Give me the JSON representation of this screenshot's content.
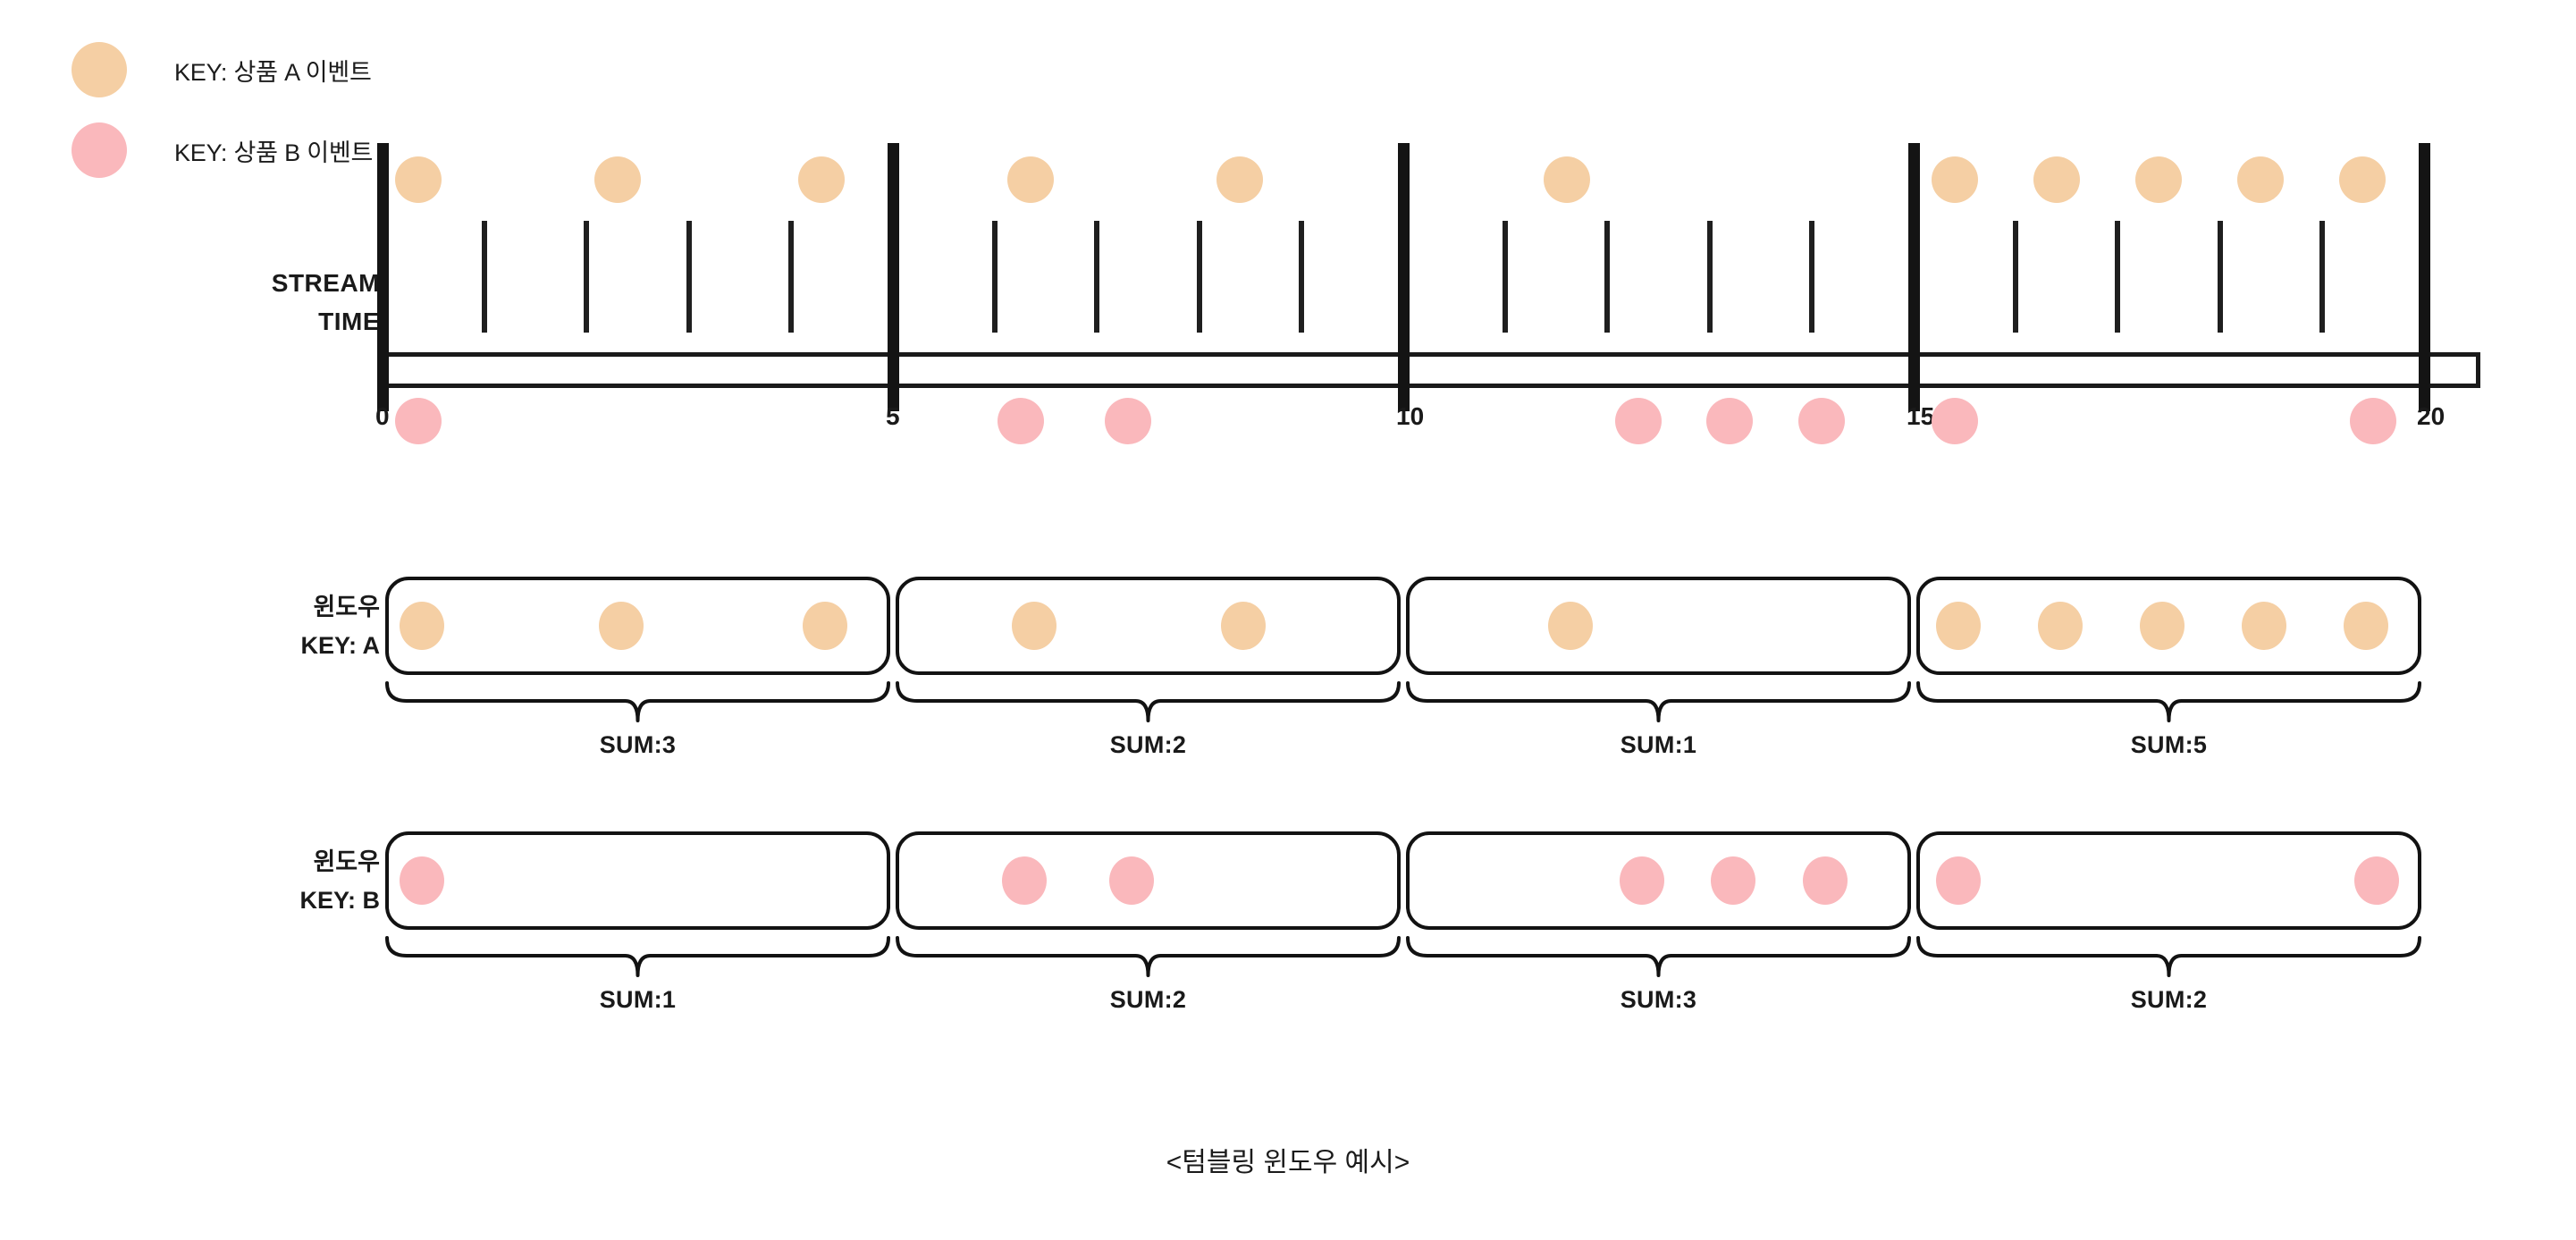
{
  "legend": {
    "items": [
      {
        "label": "KEY: 상품 A 이벤트",
        "color": "#f5cfa4",
        "icon": "circle-icon"
      },
      {
        "label": "KEY: 상품 B 이벤트",
        "color": "#fab8bc",
        "icon": "circle-icon"
      }
    ]
  },
  "timeline": {
    "label_line1": "STREAM",
    "label_line2": "TIME",
    "ticks": [
      "0",
      "5",
      "10",
      "15",
      "20"
    ],
    "minor_ticks": [
      1,
      2,
      3,
      4,
      6,
      7,
      8,
      9,
      11,
      12,
      13,
      14,
      16,
      17,
      18,
      19
    ],
    "axis_min": 0,
    "axis_max": 20,
    "axis_overrun": 0.55
  },
  "rows": [
    {
      "key": "A",
      "label_line1": "윈도우",
      "label_line2": "KEY: A",
      "color": "#f5cfa4",
      "windows": [
        {
          "start": 0,
          "end": 5,
          "sum_label": "SUM:3",
          "events": [
            0.35,
            2.3,
            4.3
          ]
        },
        {
          "start": 5,
          "end": 10,
          "sum_label": "SUM:2",
          "events": [
            6.35,
            8.4
          ]
        },
        {
          "start": 10,
          "end": 15,
          "sum_label": "SUM:1",
          "events": [
            11.6
          ]
        },
        {
          "start": 15,
          "end": 20,
          "sum_label": "SUM:5",
          "events": [
            15.4,
            16.4,
            17.4,
            18.4,
            19.4
          ]
        }
      ]
    },
    {
      "key": "B",
      "label_line1": "윈도우",
      "label_line2": "KEY: B",
      "color": "#fab8bc",
      "windows": [
        {
          "start": 0,
          "end": 5,
          "sum_label": "SUM:1",
          "events": [
            0.35
          ]
        },
        {
          "start": 5,
          "end": 10,
          "sum_label": "SUM:2",
          "events": [
            6.25,
            7.3
          ]
        },
        {
          "start": 10,
          "end": 15,
          "sum_label": "SUM:3",
          "events": [
            12.3,
            13.2,
            14.1
          ]
        },
        {
          "start": 15,
          "end": 20,
          "sum_label": "SUM:2",
          "events": [
            15.4,
            19.5
          ]
        }
      ]
    }
  ],
  "stream_events": {
    "a": [
      0.35,
      2.3,
      4.3,
      6.35,
      8.4,
      11.6,
      15.4,
      16.4,
      17.4,
      18.4,
      19.4
    ],
    "b": [
      0.35,
      6.25,
      7.3,
      12.3,
      13.2,
      14.1,
      15.4,
      19.5
    ]
  },
  "caption": "<텀블링 윈도우 예시>",
  "colors": {
    "key_a": "#f5cfa4",
    "key_b": "#fab8bc",
    "stroke": "#121212",
    "background": "#ffffff"
  }
}
